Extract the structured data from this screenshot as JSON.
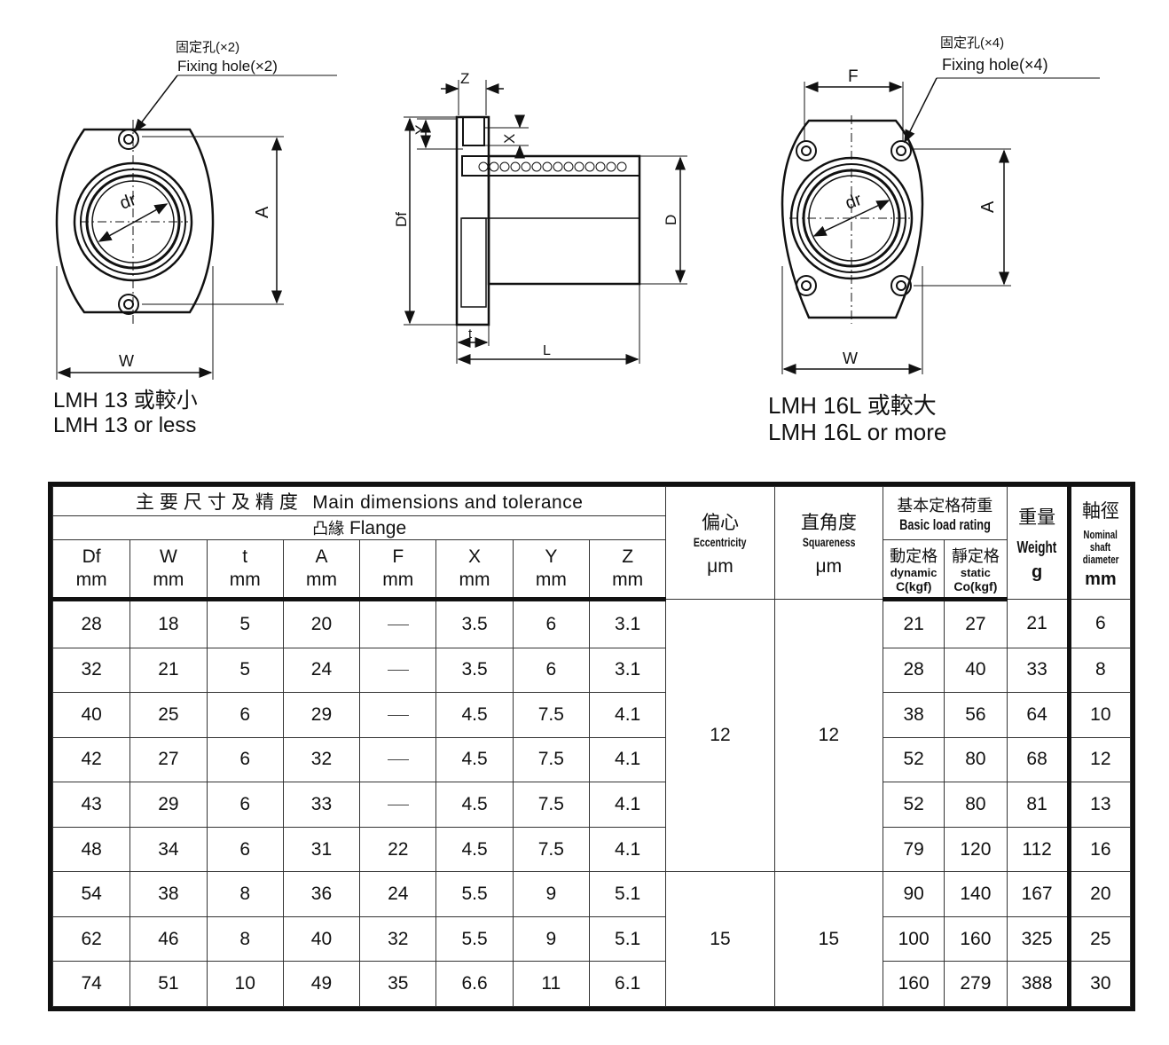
{
  "drawings": {
    "left_view": {
      "fixing_hole_zh": "固定孔(×2)",
      "fixing_hole_en": "Fixing hole(×2)",
      "dim_dr": "dr",
      "dim_A": "A",
      "dim_W": "W",
      "caption_zh": "LMH 13 或較小",
      "caption_en": "LMH 13 or less"
    },
    "side_view": {
      "dim_Z": "Z",
      "dim_Y": "Y",
      "dim_X": "X",
      "dim_Df": "Df",
      "dim_D": "D",
      "dim_t": "t",
      "dim_L": "L"
    },
    "right_view": {
      "fixing_hole_zh": "固定孔(×4)",
      "fixing_hole_en": "Fixing hole(×4)",
      "dim_F": "F",
      "dim_dr": "dr",
      "dim_A": "A",
      "dim_W": "W",
      "caption_zh": "LMH 16L 或較大",
      "caption_en": "LMH 16L or more"
    }
  },
  "table": {
    "main_header_zh": "主要尺寸及精度",
    "main_header_en": "Main dimensions and tolerance",
    "flange_zh": "凸緣",
    "flange_en": "Flange",
    "columns": [
      {
        "name": "Df",
        "unit": "mm"
      },
      {
        "name": "W",
        "unit": "mm"
      },
      {
        "name": "t",
        "unit": "mm"
      },
      {
        "name": "A",
        "unit": "mm"
      },
      {
        "name": "F",
        "unit": "mm"
      },
      {
        "name": "X",
        "unit": "mm"
      },
      {
        "name": "Y",
        "unit": "mm"
      },
      {
        "name": "Z",
        "unit": "mm"
      }
    ],
    "eccentricity": {
      "zh": "偏心",
      "en": "Eccentricity",
      "unit": "μm"
    },
    "squareness": {
      "zh": "直角度",
      "en": "Squareness",
      "unit": "μm"
    },
    "load_rating": {
      "zh": "基本定格荷重",
      "en": "Basic load rating"
    },
    "dynamic": {
      "zh": "動定格",
      "en": "dynamic",
      "unit": "C(kgf)"
    },
    "static": {
      "zh": "靜定格",
      "en": "static",
      "unit": "Co(kgf)"
    },
    "weight": {
      "zh": "重量",
      "en": "Weight",
      "unit": "g"
    },
    "shaft": {
      "zh": "軸徑",
      "en_1": "Nominal",
      "en_2": "shaft",
      "en_3": "diameter",
      "unit": "mm"
    },
    "dash": "—",
    "group_1": {
      "eccentricity": "12",
      "squareness": "12"
    },
    "group_2": {
      "eccentricity": "15",
      "squareness": "15"
    },
    "rows": [
      {
        "Df": "28",
        "W": "18",
        "t": "5",
        "A": "20",
        "F": "",
        "X": "3.5",
        "Y": "6",
        "Z": "3.1",
        "C": "21",
        "Co": "27",
        "weight": "21",
        "shaft": "6"
      },
      {
        "Df": "32",
        "W": "21",
        "t": "5",
        "A": "24",
        "F": "",
        "X": "3.5",
        "Y": "6",
        "Z": "3.1",
        "C": "28",
        "Co": "40",
        "weight": "33",
        "shaft": "8"
      },
      {
        "Df": "40",
        "W": "25",
        "t": "6",
        "A": "29",
        "F": "",
        "X": "4.5",
        "Y": "7.5",
        "Z": "4.1",
        "C": "38",
        "Co": "56",
        "weight": "64",
        "shaft": "10"
      },
      {
        "Df": "42",
        "W": "27",
        "t": "6",
        "A": "32",
        "F": "",
        "X": "4.5",
        "Y": "7.5",
        "Z": "4.1",
        "C": "52",
        "Co": "80",
        "weight": "68",
        "shaft": "12"
      },
      {
        "Df": "43",
        "W": "29",
        "t": "6",
        "A": "33",
        "F": "",
        "X": "4.5",
        "Y": "7.5",
        "Z": "4.1",
        "C": "52",
        "Co": "80",
        "weight": "81",
        "shaft": "13"
      },
      {
        "Df": "48",
        "W": "34",
        "t": "6",
        "A": "31",
        "F": "22",
        "X": "4.5",
        "Y": "7.5",
        "Z": "4.1",
        "C": "79",
        "Co": "120",
        "weight": "112",
        "shaft": "16"
      },
      {
        "Df": "54",
        "W": "38",
        "t": "8",
        "A": "36",
        "F": "24",
        "X": "5.5",
        "Y": "9",
        "Z": "5.1",
        "C": "90",
        "Co": "140",
        "weight": "167",
        "shaft": "20"
      },
      {
        "Df": "62",
        "W": "46",
        "t": "8",
        "A": "40",
        "F": "32",
        "X": "5.5",
        "Y": "9",
        "Z": "5.1",
        "C": "100",
        "Co": "160",
        "weight": "325",
        "shaft": "25"
      },
      {
        "Df": "74",
        "W": "51",
        "t": "10",
        "A": "49",
        "F": "35",
        "X": "6.6",
        "Y": "11",
        "Z": "6.1",
        "C": "160",
        "Co": "279",
        "weight": "388",
        "shaft": "30"
      }
    ]
  }
}
